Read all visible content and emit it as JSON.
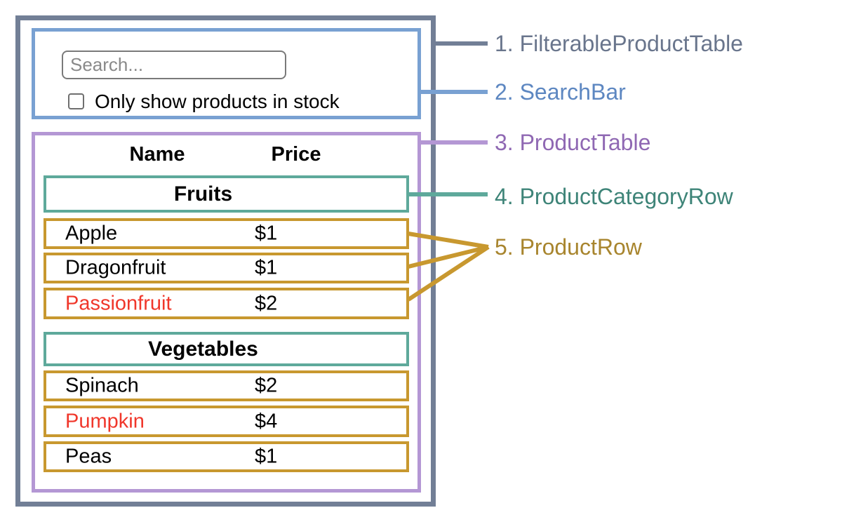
{
  "colors": {
    "outer_gray": "#727f96",
    "blue": "#79a1d2",
    "purple": "#b497d4",
    "teal": "#5ea99b",
    "gold": "#c8982f",
    "label_gray": "#69758c",
    "label_blue": "#5d87c1",
    "label_purple": "#8f68b3",
    "label_teal": "#3e8478",
    "label_gold": "#a8852e",
    "out_of_stock_red": "#f0372b"
  },
  "search_bar": {
    "placeholder": "Search...",
    "checkbox_label": "Only show products in stock",
    "checkbox_checked": false
  },
  "table": {
    "headers": {
      "name": "Name",
      "price": "Price"
    },
    "sections": [
      {
        "category": "Fruits",
        "rows": [
          {
            "name": "Apple",
            "price": "$1",
            "out_of_stock": false
          },
          {
            "name": "Dragonfruit",
            "price": "$1",
            "out_of_stock": false
          },
          {
            "name": "Passionfruit",
            "price": "$2",
            "out_of_stock": true
          }
        ]
      },
      {
        "category": "Vegetables",
        "rows": [
          {
            "name": "Spinach",
            "price": "$2",
            "out_of_stock": false
          },
          {
            "name": "Pumpkin",
            "price": "$4",
            "out_of_stock": true
          },
          {
            "name": "Peas",
            "price": "$1",
            "out_of_stock": false
          }
        ]
      }
    ]
  },
  "labels": [
    {
      "text": "1. FilterableProductTable"
    },
    {
      "text": "2. SearchBar"
    },
    {
      "text": "3. ProductTable"
    },
    {
      "text": "4. ProductCategoryRow"
    },
    {
      "text": "5. ProductRow"
    }
  ]
}
